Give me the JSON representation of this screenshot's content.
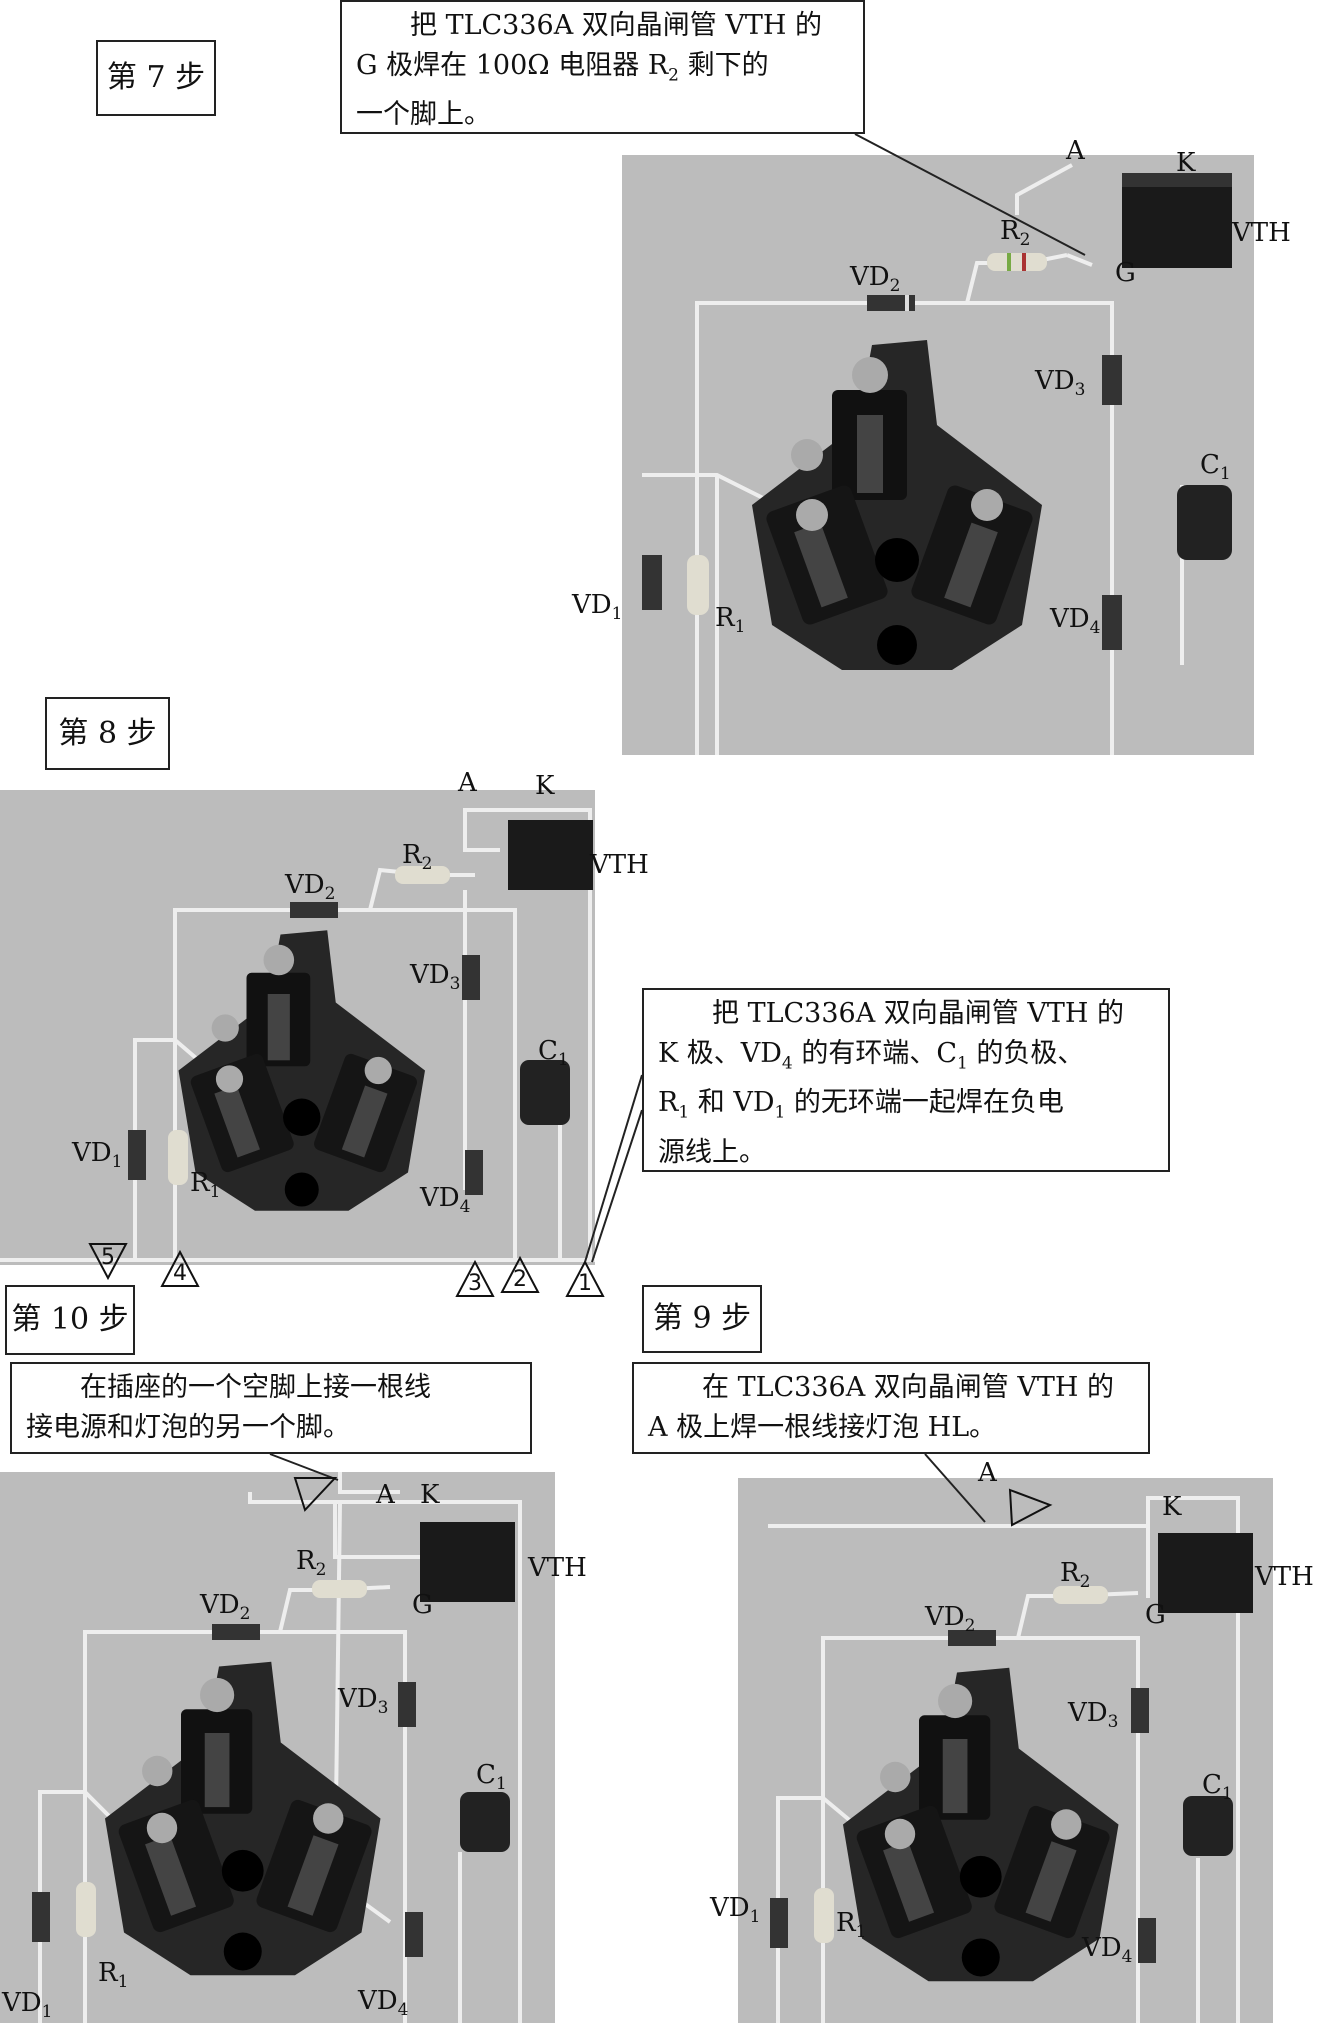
{
  "step7": {
    "title": "第 7 步",
    "note": [
      "把 TLC336A 双向晶闸管 VTH 的",
      "G 极焊在 100Ω 电阻器 R",
      "2",
      " 剩下的",
      "一个脚上。"
    ],
    "labels": {
      "A": "A",
      "K": "K",
      "VTH": "VTH",
      "G": "G",
      "R": "R",
      "R2": "2",
      "VD": "VD",
      "VD2": "2",
      "VD3": "3",
      "C": "C",
      "C1": "1",
      "VD1": "1",
      "R1": "1",
      "VD4": "4"
    }
  },
  "step8": {
    "title": "第 8 步",
    "note": [
      "把 TLC336A 双向晶闸管 VTH 的",
      "K 极、VD",
      "4",
      " 的有环端、C",
      "1",
      " 的负极、",
      "R",
      "1",
      " 和 VD",
      "1",
      " 的无环端一起焊在负电",
      "源线上。"
    ],
    "labels": {
      "A": "A",
      "K": "K",
      "VTH": "VTH",
      "R": "R",
      "R2": "2",
      "VD": "VD",
      "VD2": "2",
      "VD3": "3",
      "C": "C",
      "C1": "1",
      "VD1": "1",
      "R1": "1",
      "VD4": "4"
    },
    "points": [
      "5",
      "4",
      "3",
      "2",
      "1"
    ]
  },
  "step10": {
    "title": "第 10 步",
    "note": [
      "在插座的一个空脚上接一根线",
      "接电源和灯泡的另一个脚。"
    ],
    "labels": {
      "A": "A",
      "K": "K",
      "VTH": "VTH",
      "G": "G",
      "R": "R",
      "R2": "2",
      "VD": "VD",
      "VD2": "2",
      "VD3": "3",
      "C": "C",
      "C1": "1",
      "VD1": "1",
      "R1": "1",
      "VD4": "4"
    }
  },
  "step9": {
    "title": "第 9 步",
    "note": [
      "在 TLC336A 双向晶闸管 VTH 的",
      "A 极上焊一根线接灯泡 HL。"
    ],
    "labels": {
      "A": "A",
      "K": "K",
      "VTH": "VTH",
      "G": "G",
      "R": "R",
      "R2": "2",
      "VD": "VD",
      "VD2": "2",
      "VD3": "3",
      "C": "C",
      "C1": "1",
      "VD1": "1",
      "R1": "1",
      "VD4": "4"
    }
  },
  "colors": {
    "photo_bg": "#bcbcbc",
    "socket": "#262626",
    "wire": "#eeeeee"
  }
}
